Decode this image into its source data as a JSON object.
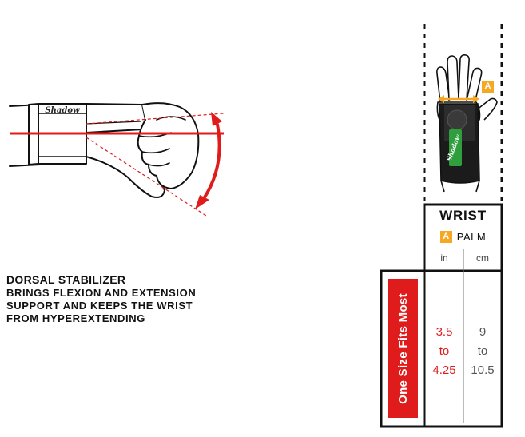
{
  "description": {
    "title": "DORSAL STABILIZER",
    "lines": [
      "BRINGS FLEXION AND EXTENSION",
      "SUPPORT AND KEEPS THE WRIST",
      "FROM HYPEREXTENDING"
    ]
  },
  "brand_logo": "Shadow",
  "size_chart": {
    "header": "WRIST",
    "measure_key": "A",
    "measure_label": "PALM",
    "units": [
      "in",
      "cm"
    ],
    "size_label": "One Size Fits Most",
    "inches": [
      "3.5",
      "to",
      "4.25"
    ],
    "centimeters": [
      "9",
      "to",
      "10.5"
    ]
  },
  "colors": {
    "accent_red": "#e01b1b",
    "accent_orange": "#f7a823",
    "strap_green": "#2f9e3c",
    "line": "#111111"
  },
  "icons": [
    "side-wrist-illustration",
    "front-hand-illustration",
    "flexion-arrow-icon",
    "palm-width-arrow-icon"
  ]
}
